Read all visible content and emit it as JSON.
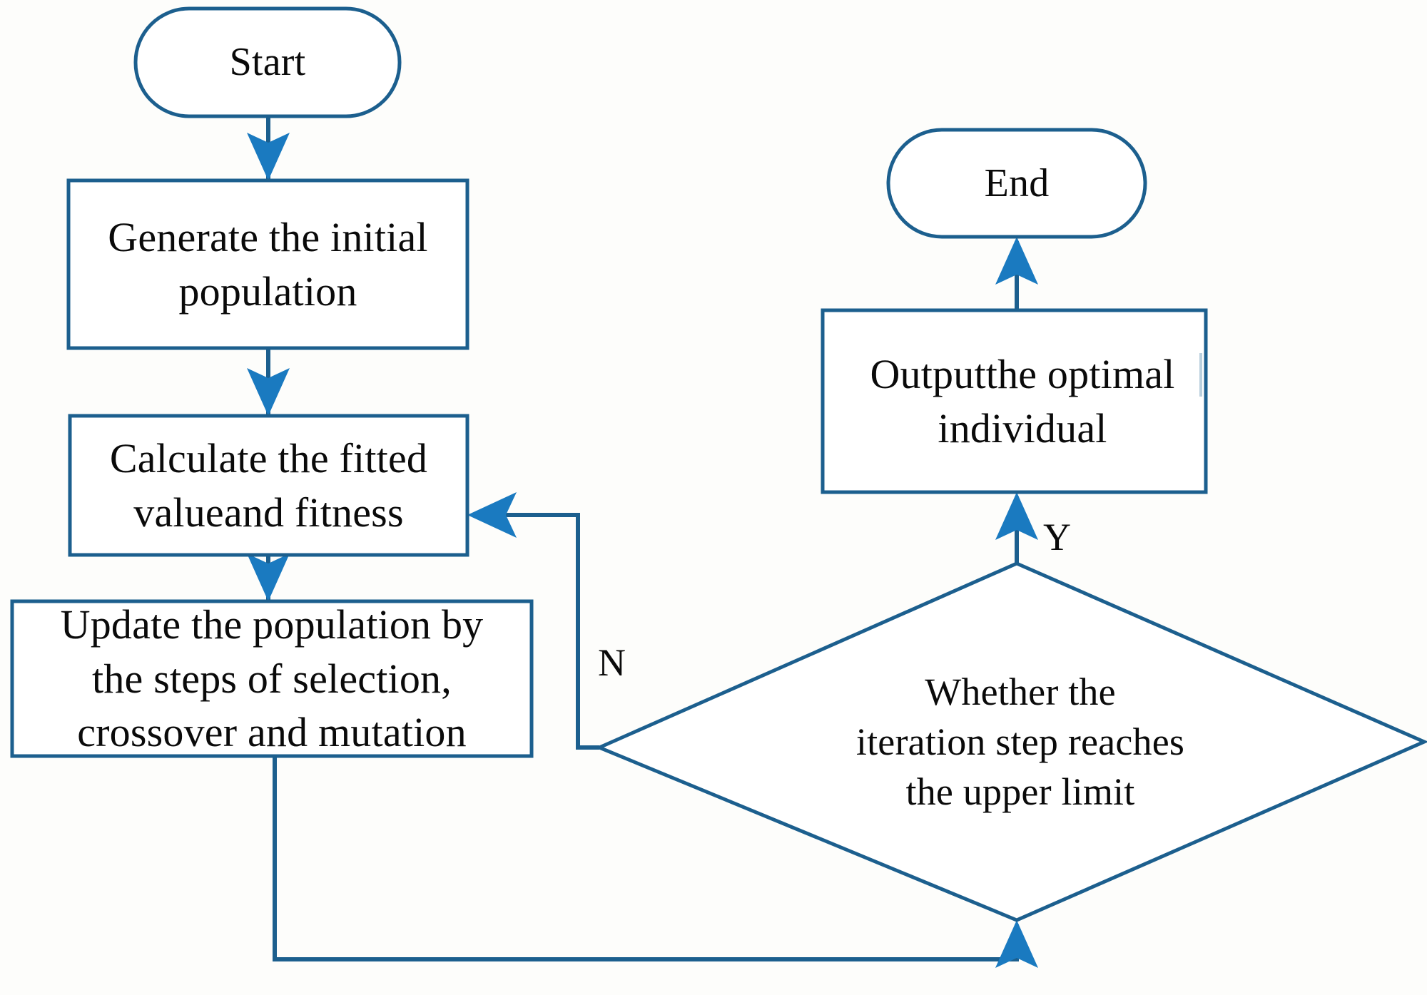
{
  "diagram": {
    "type": "flowchart",
    "title": "Genetic algorithm flow",
    "colors": {
      "stroke": "#1c5f8e",
      "stroke_light": "#2e7fb8",
      "arrowhead": "#1a7ac0",
      "text": "#0a0a0a",
      "background": "#fdfdfb"
    },
    "nodes": [
      {
        "id": "start",
        "shape": "stadium",
        "label": "Start"
      },
      {
        "id": "generate",
        "shape": "rectangle",
        "label": "Generate the initial\npopulation"
      },
      {
        "id": "calculate",
        "shape": "rectangle",
        "label": "Calculate the fitted\nvalueand fitness"
      },
      {
        "id": "update",
        "shape": "rectangle",
        "label": "Update the population by\nthe steps of selection,\ncrossover and mutation"
      },
      {
        "id": "decision",
        "shape": "diamond",
        "label": "Whether the\niteration step reaches\nthe upper limit"
      },
      {
        "id": "output",
        "shape": "rectangle",
        "label": "Outputthe optimal\nindividual"
      },
      {
        "id": "end",
        "shape": "stadium",
        "label": "End"
      }
    ],
    "edges": [
      {
        "from": "start",
        "to": "generate",
        "label": ""
      },
      {
        "from": "generate",
        "to": "calculate",
        "label": ""
      },
      {
        "from": "calculate",
        "to": "update",
        "label": ""
      },
      {
        "from": "update",
        "to": "decision",
        "label": ""
      },
      {
        "from": "decision",
        "to": "output",
        "label": "Y"
      },
      {
        "from": "decision",
        "to": "calculate",
        "label": "N"
      },
      {
        "from": "output",
        "to": "end",
        "label": ""
      }
    ],
    "edge_labels": {
      "yes": "Y",
      "no": "N"
    }
  }
}
